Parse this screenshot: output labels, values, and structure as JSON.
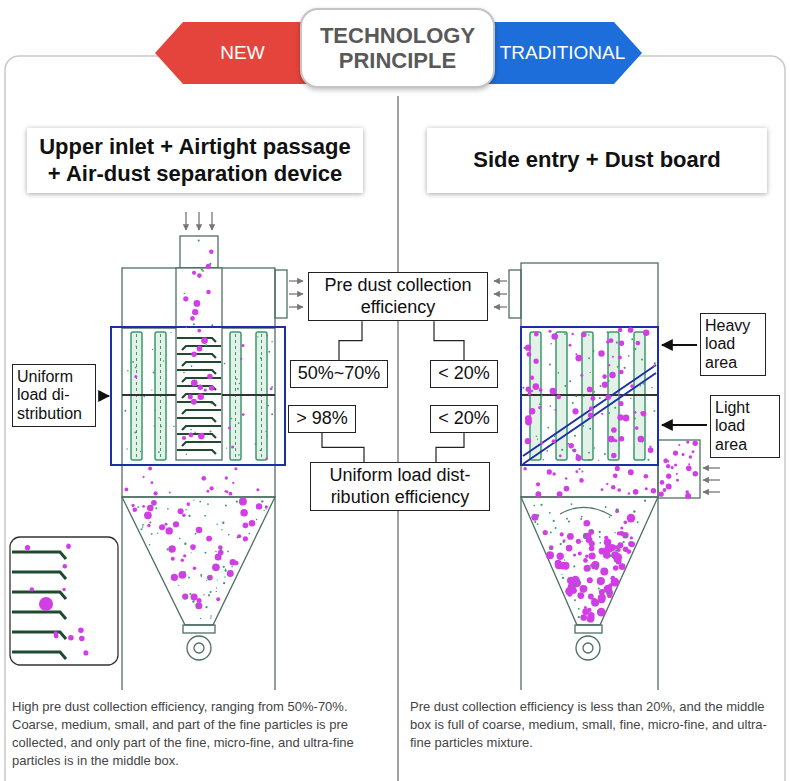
{
  "diagram": {
    "nodes": [
      {
        "text": [
          "NEW"
        ]
      },
      {
        "text": [
          "TECHNOLOGY PRINCIPLE"
        ]
      },
      {
        "text": [
          "TRADITIONAL"
        ]
      },
      {
        "text": [
          "Upper inlet + Airtight passage + Air-dust separation device"
        ]
      },
      {
        "text": [
          "Side entry + Dust board"
        ]
      },
      {
        "text": [
          "Pre dust collection efficiency"
        ]
      },
      {
        "text": [
          "Heavy load area"
        ]
      },
      {
        "text": [
          "Uniform load di- stribution"
        ]
      },
      {
        "text": [
          "50%~70%"
        ]
      },
      {
        "text": [
          "< 20%"
        ]
      },
      {
        "text": [
          "Light load area"
        ]
      },
      {
        "text": [
          "> 98%"
        ]
      },
      {
        "text": [
          "< 20%"
        ]
      },
      {
        "text": [
          "Uniform load dist- ribution efficiency"
        ]
      }
    ],
    "edges": [
      {
        "from": 5,
        "to": 8,
        "arrow": "none"
      },
      {
        "from": 5,
        "to": 9,
        "arrow": "none"
      },
      {
        "from": 13,
        "to": 11,
        "arrow": "none"
      },
      {
        "from": 13,
        "to": 12,
        "arrow": "none"
      }
    ],
    "labels": [
      "High pre dust collection efficiency, ranging from 50%-70%. Coarse, medium, small, and part of the fine particles is pre collected, and only part of the fine, micro-fine, and ultra-fine particles is in the middle box.",
      "Pre dust collection efficiency is less than 20%, and the middle box is full of coarse, medium, small, fine, micro-fine, and ultra-fine particles mixture."
    ]
  }
}
